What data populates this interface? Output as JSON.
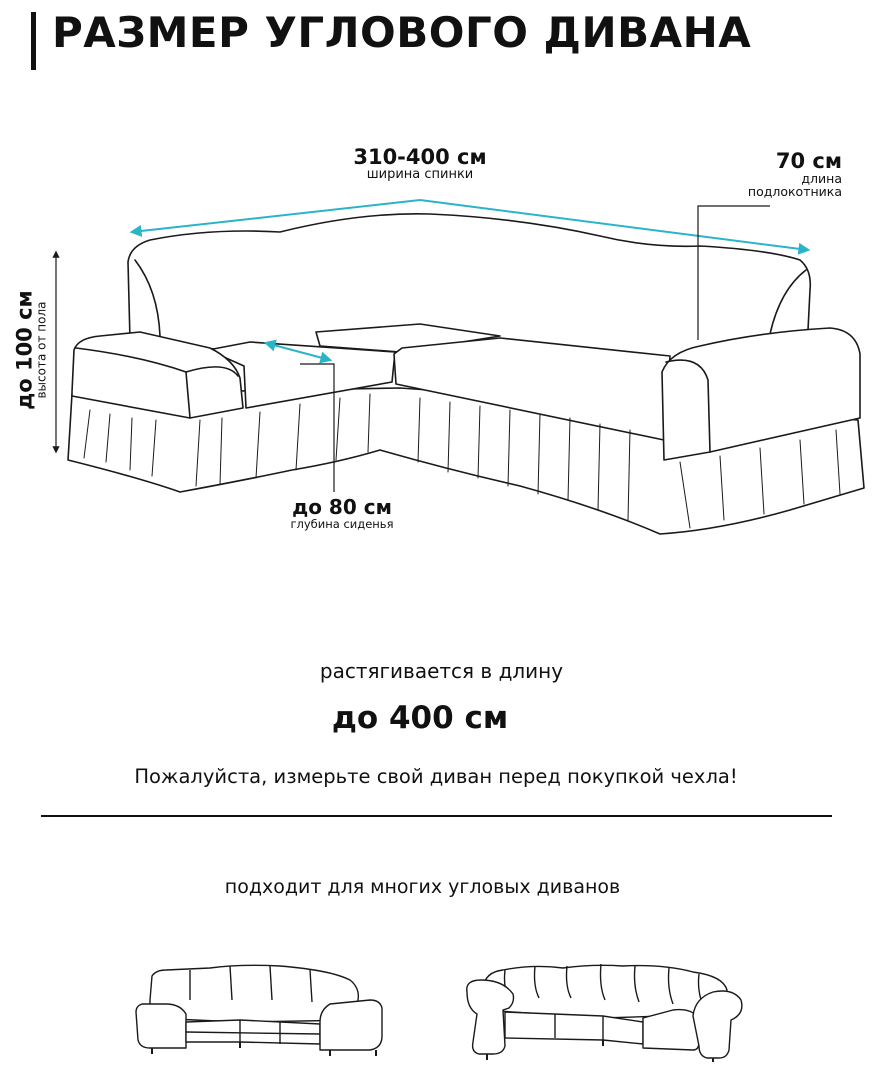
{
  "title": "РАЗМЕР УГЛОВОГО ДИВАНА",
  "dimensions": {
    "back_width": {
      "value": "310-400 см",
      "label": "ширина спинки"
    },
    "armrest_length": {
      "value": "70 см",
      "label_line1": "длина",
      "label_line2": "подлокотника"
    },
    "seat_depth": {
      "value": "до 80 см",
      "label": "глубина сиденья"
    },
    "height": {
      "value": "до 100 см",
      "label": "высота от пола"
    }
  },
  "stretch_text": "растягивается в длину",
  "max_length": "до 400 см",
  "notice": "Пожалуйста, измерьте свой диван перед покупкой чехла!",
  "fits_text": "подходит для многих угловых диванов",
  "colors": {
    "accent": "#2ab4c8",
    "ink": "#1a1a1a"
  },
  "icons": [
    "corner-sofa-cover-illustration",
    "angular-corner-sofa-icon",
    "rounded-corner-sofa-icon"
  ]
}
